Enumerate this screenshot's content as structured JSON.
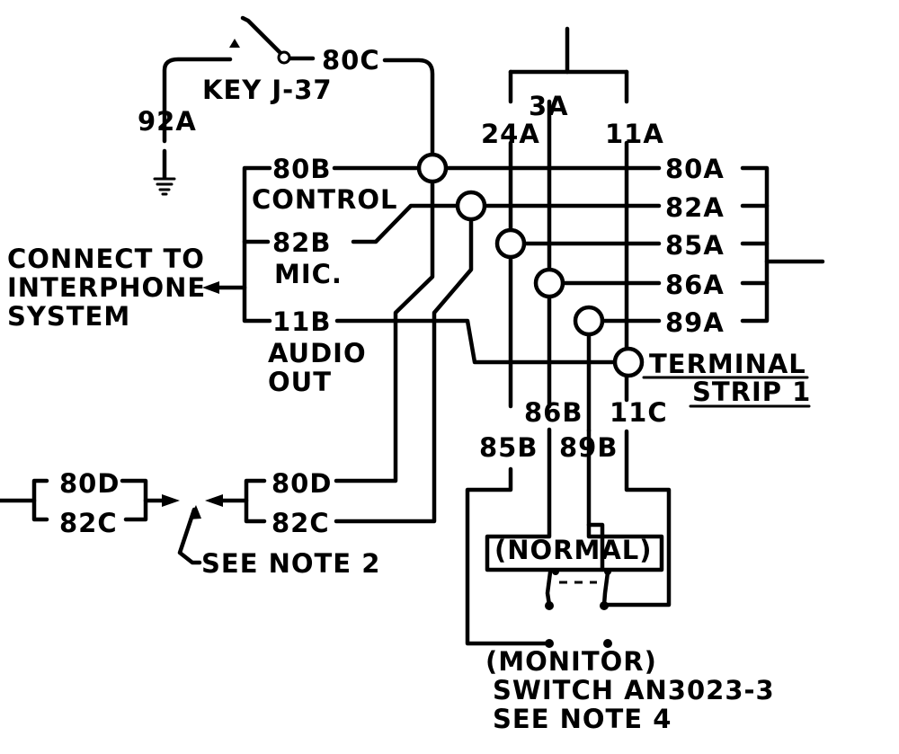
{
  "key": {
    "wire_80c": "80C",
    "name": "KEY J-37",
    "wire_92a": "92A"
  },
  "left_labels": {
    "w80b": "80B",
    "control": "CONTROL",
    "w82b": "82B",
    "mic": "MIC.",
    "w11b": "11B",
    "audio": "AUDIO",
    "out": "OUT"
  },
  "connect_note": {
    "line1": "CONNECT TO",
    "line2": "INTERPHONE",
    "line3": "SYSTEM"
  },
  "top_wires": {
    "w24a": "24A",
    "w3a": "3A",
    "w11a": "11A"
  },
  "right_wires": [
    "80A",
    "82A",
    "85A",
    "86A",
    "89A"
  ],
  "terminal_strip": {
    "line1": "TERMINAL",
    "line2": "STRIP 1"
  },
  "bottom_wires": {
    "w86b": "86B",
    "w11c": "11C",
    "w85b": "85B",
    "w89b": "89B"
  },
  "plug_left": {
    "w80d": "80D",
    "w82c": "82C"
  },
  "plug_right": {
    "w80d": "80D",
    "w82c": "82C"
  },
  "see_note_2": "SEE NOTE 2",
  "switch": {
    "normal": "(NORMAL)",
    "monitor": "(MONITOR)",
    "name": "SWITCH AN3023-3",
    "note": "SEE NOTE 4"
  }
}
